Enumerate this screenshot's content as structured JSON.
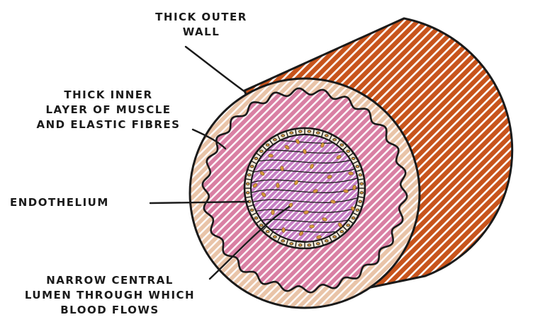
{
  "labels": {
    "outer_wall": [
      "THICK OUTER",
      "WALL"
    ],
    "inner_layer": [
      "THICK INNER",
      "LAYER OF MUSCLE",
      "AND ELASTIC FIBRES"
    ],
    "endothelium": [
      "ENDOTHELIUM"
    ],
    "lumen": [
      "NARROW CENTRAL",
      "LUMEN THROUGH WHICH",
      "BLOOD FLOWS"
    ]
  },
  "colors": {
    "outer_wall": "#c8541c",
    "outer_ring": "#e9c4a8",
    "muscle_layer": "#d97fa3",
    "lumen": "#c67fc4",
    "endothelium_cells": "#f3ead8",
    "nuclei": "#d99a3e",
    "outline": "#1a1a1a"
  }
}
